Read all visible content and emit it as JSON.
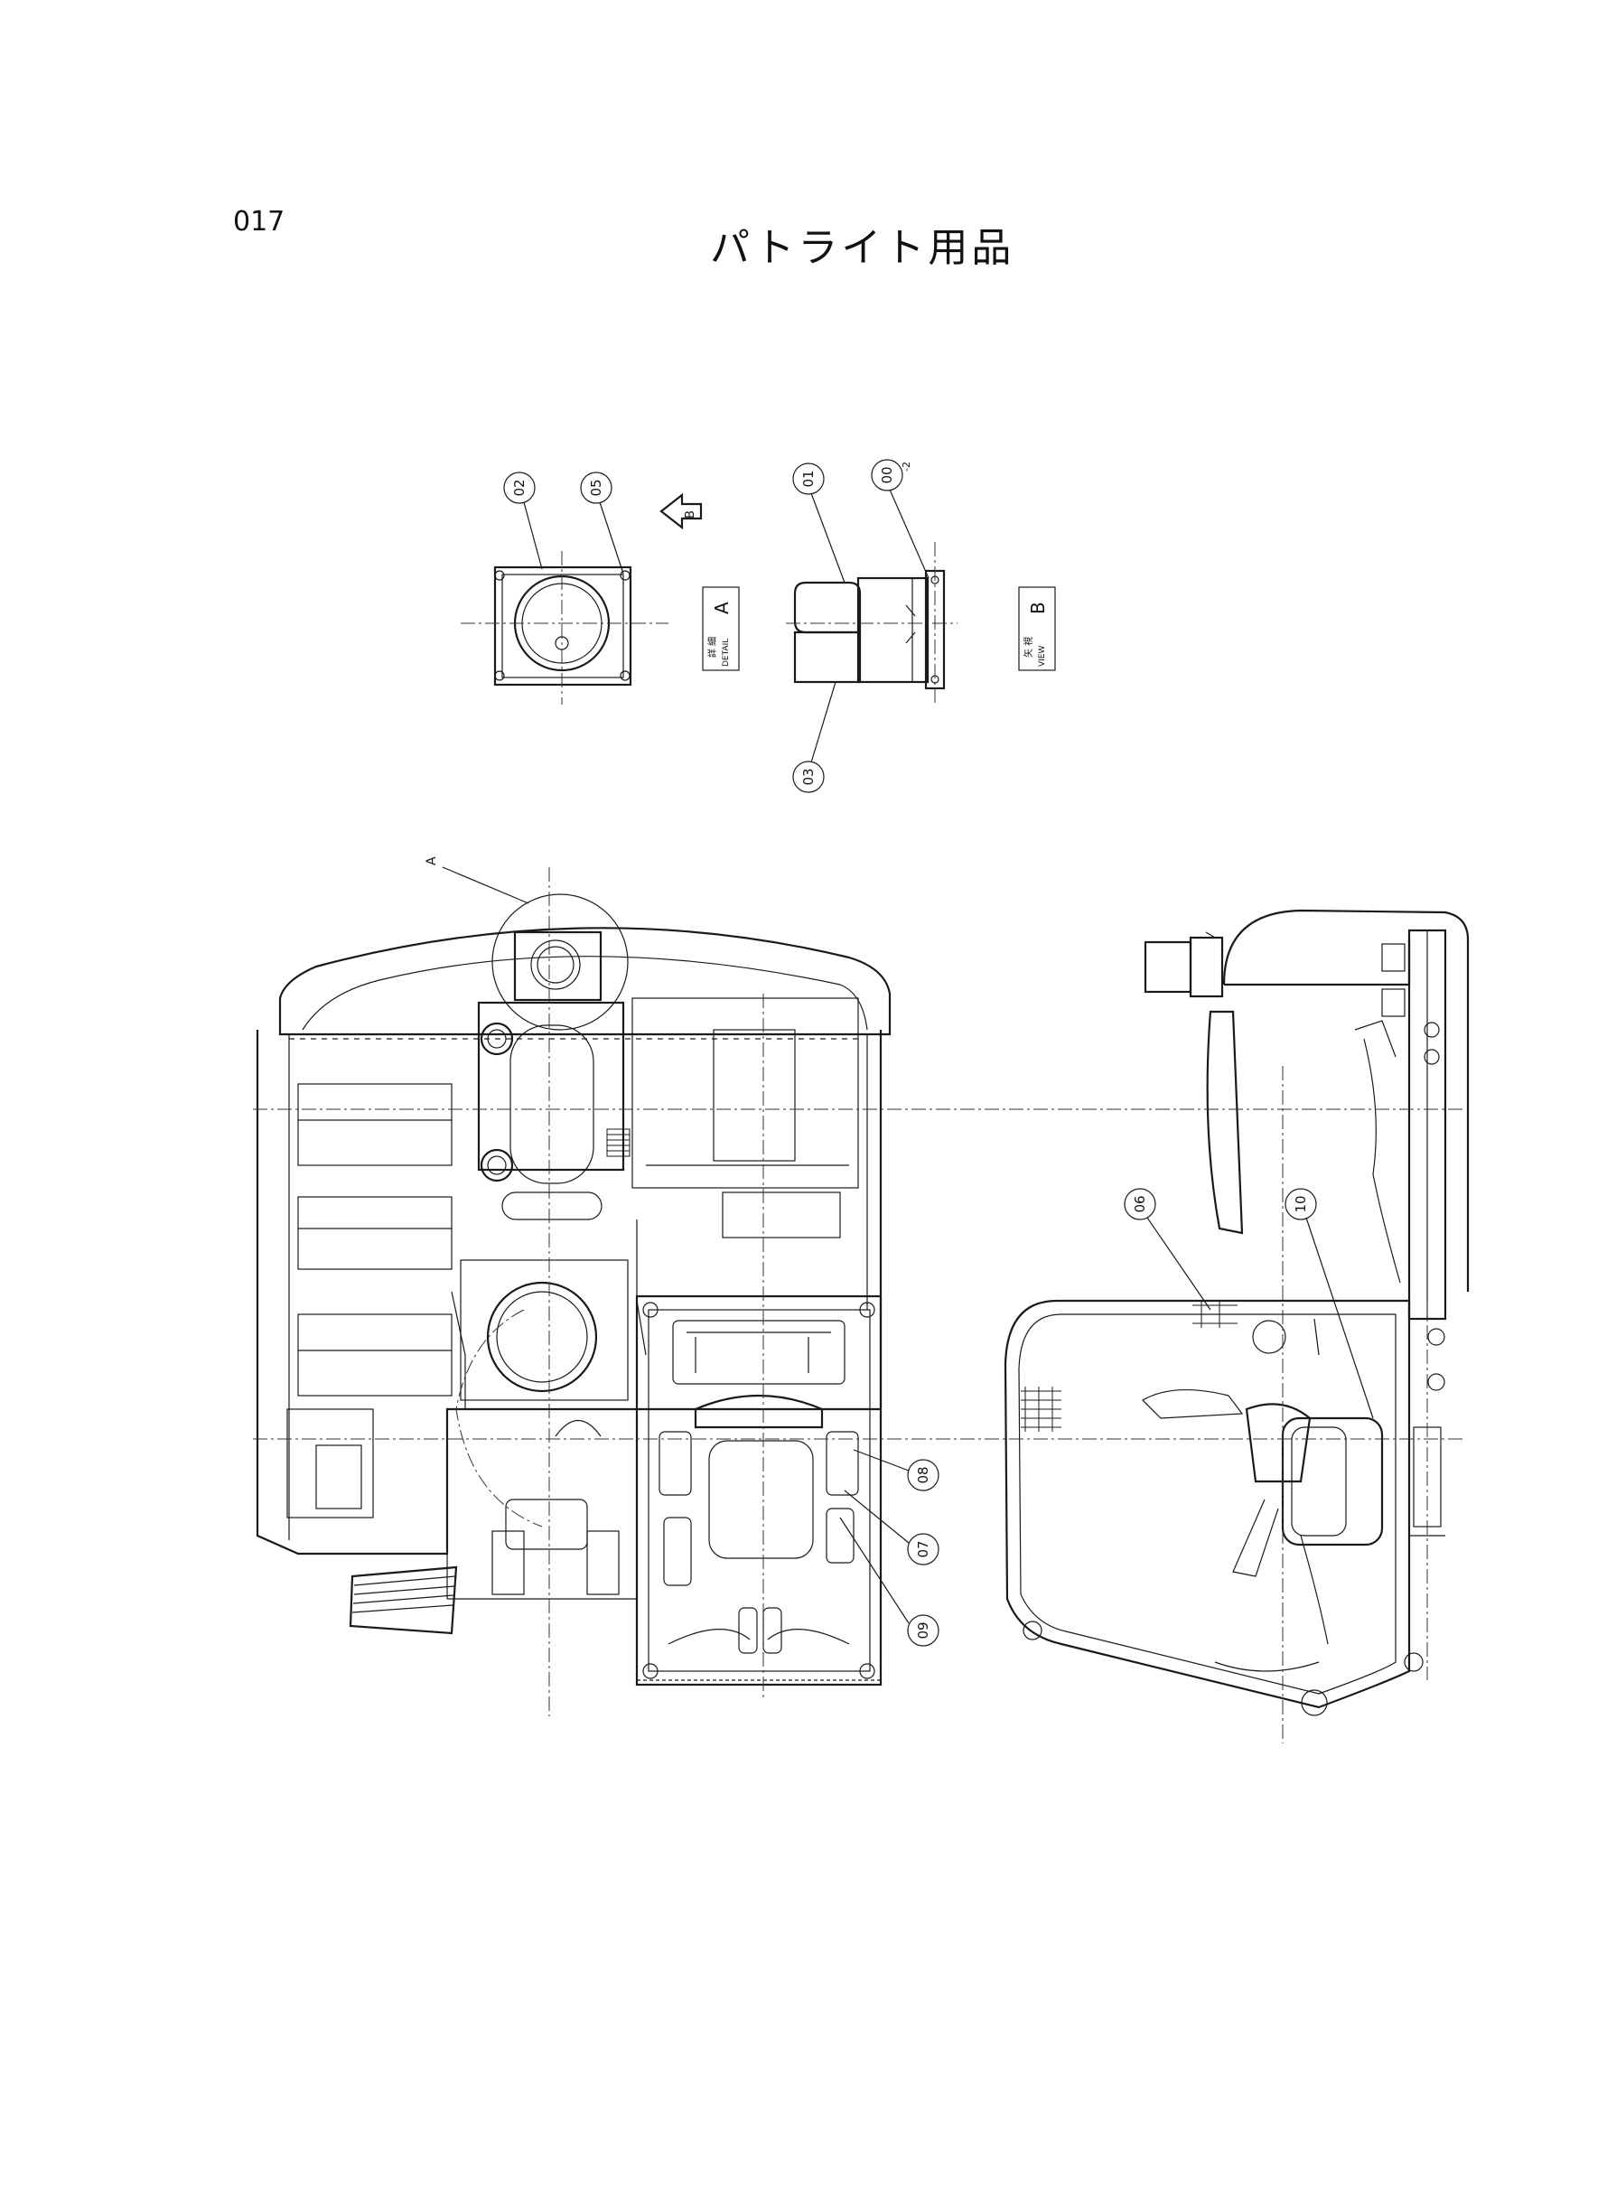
{
  "page": {
    "number": "017",
    "title": "パトライト用品"
  },
  "callouts": [
    {
      "id": "c-02",
      "text": "02"
    },
    {
      "id": "c-05",
      "text": "05"
    },
    {
      "id": "c-01",
      "text": "01"
    },
    {
      "id": "c-00",
      "text": "00",
      "suffix": "-2"
    },
    {
      "id": "c-03",
      "text": "03"
    },
    {
      "id": "c-06",
      "text": "06"
    },
    {
      "id": "c-10",
      "text": "10"
    },
    {
      "id": "c-08",
      "text": "08"
    },
    {
      "id": "c-07",
      "text": "07"
    },
    {
      "id": "c-09",
      "text": "09"
    }
  ],
  "detail_a": {
    "jp": "詳 細",
    "en": "DETAIL",
    "letter": "A"
  },
  "view_b": {
    "jp": "矢 視",
    "en": "VIEW",
    "letter": "B"
  },
  "arrow_b": {
    "letter": "B"
  },
  "pointer_a": {
    "letter": "A"
  }
}
